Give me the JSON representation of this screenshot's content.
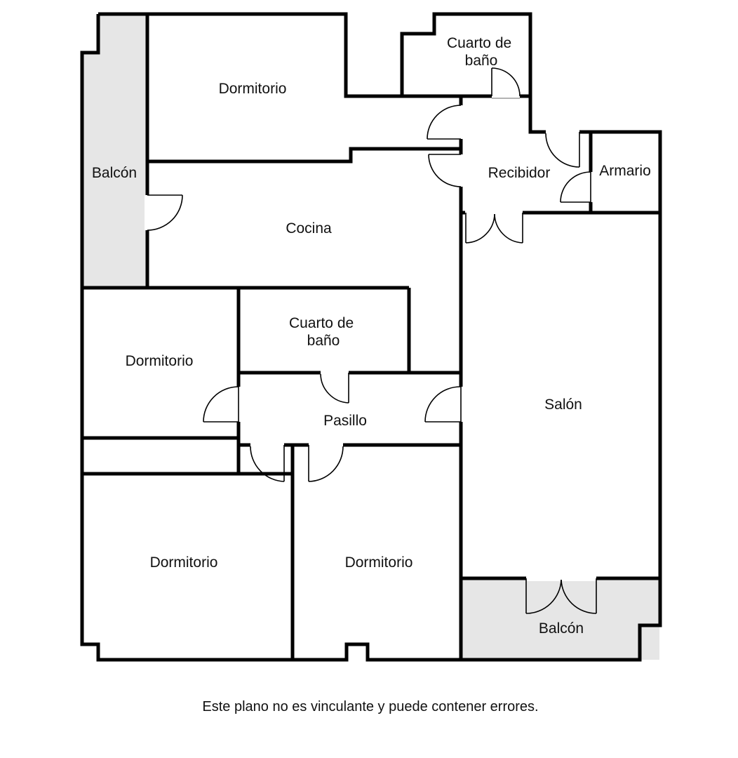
{
  "colors": {
    "wall": "#000000",
    "balcony_fill": "#e6e6e6",
    "floor": "#ffffff",
    "text": "#111111"
  },
  "rooms": {
    "dormitorio_top": "Dormitorio",
    "bano_top": "Cuarto de\nbaño",
    "balcon_left": "Balcón",
    "recibidor": "Recibidor",
    "armario": "Armario",
    "cocina": "Cocina",
    "bano_mid": "Cuarto de\nbaño",
    "dormitorio_left": "Dormitorio",
    "pasillo": "Pasillo",
    "salon": "Salón",
    "dormitorio_bottom_left": "Dormitorio",
    "dormitorio_bottom_right": "Dormitorio",
    "balcon_bottom": "Balcón"
  },
  "disclaimer": "Este plano no es vinculante y puede contener errores."
}
